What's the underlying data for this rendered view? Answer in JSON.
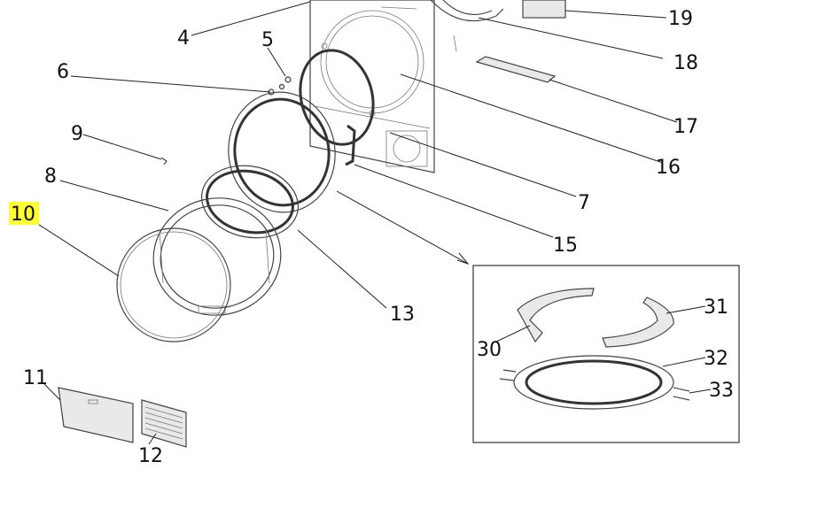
{
  "callouts": {
    "c4": "4",
    "c5": "5",
    "c6": "6",
    "c7": "7",
    "c8": "8",
    "c9": "9",
    "c10": "10",
    "c11": "11",
    "c12": "12",
    "c13": "13",
    "c15": "15",
    "c16": "16",
    "c17": "17",
    "c18": "18",
    "c19": "19",
    "c30": "30",
    "c31": "31",
    "c32": "32",
    "c33": "33"
  },
  "highlight": {
    "callout": "10",
    "color": "#ffff33"
  },
  "colors": {
    "line": "#444444",
    "text": "#111111",
    "background": "#ffffff"
  }
}
